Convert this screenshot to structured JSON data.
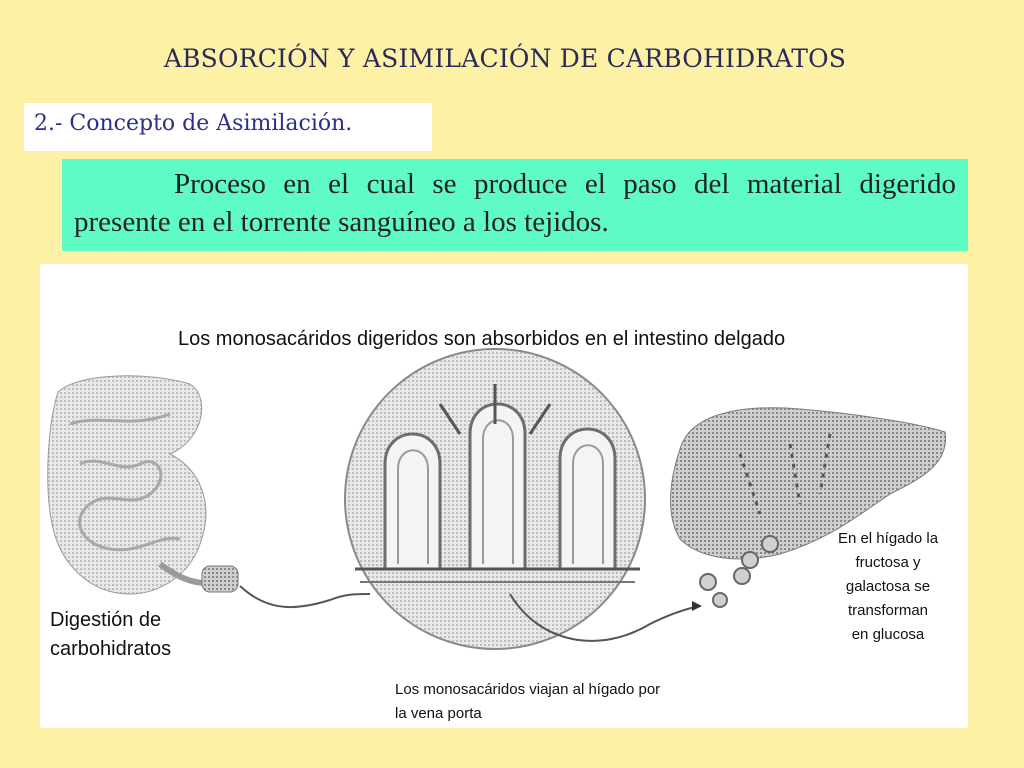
{
  "slide": {
    "title": "ABSORCIÓN Y ASIMILACIÓN DE CARBOHIDRATOS",
    "subtitle": "2.- Concepto de Asimilación.",
    "definition": "Proceso en el cual se produce el paso del material digerido presente en el torrente sanguíneo a los tejidos."
  },
  "figure": {
    "caption_top": "Los monosacáridos digeridos son absorbidos en el intestino delgado",
    "label_digestion_line1": "Digestión de",
    "label_digestion_line2": "carbohidratos",
    "label_liver_lines": [
      "En el hígado la",
      "fructosa y",
      "galactosa se",
      "transforman",
      "en glucosa"
    ],
    "label_portal_line1": "Los monosacáridos viajan al hígado por",
    "label_portal_line2": "la vena porta",
    "organs": [
      "stomach-intestine-icon",
      "intestinal-villi-icon",
      "liver-icon"
    ]
  },
  "colors": {
    "background": "#fdf1a5",
    "title": "#2a2a5a",
    "subtitle": "#2a2f8a",
    "definition_box": "#5ffbc4"
  }
}
